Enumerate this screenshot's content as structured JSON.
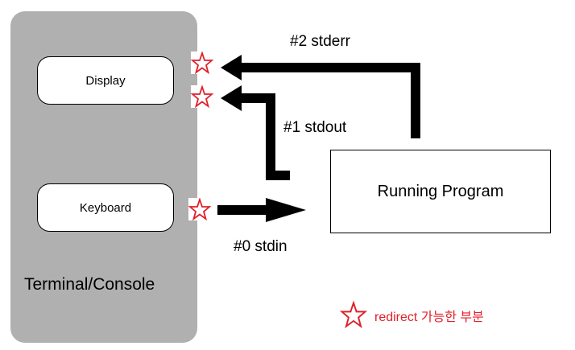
{
  "terminal": {
    "label": "Terminal/Console",
    "display_label": "Display",
    "keyboard_label": "Keyboard"
  },
  "program": {
    "label": "Running Program"
  },
  "streams": {
    "stderr": "#2 stderr",
    "stdout": "#1 stdout",
    "stdin": "#0 stdin"
  },
  "legend": {
    "text": "redirect 가능한 부분",
    "icon": "star-outline-icon"
  },
  "colors": {
    "star": "#e0202a",
    "arrow": "#000000",
    "terminal": "#b0b0b0"
  }
}
